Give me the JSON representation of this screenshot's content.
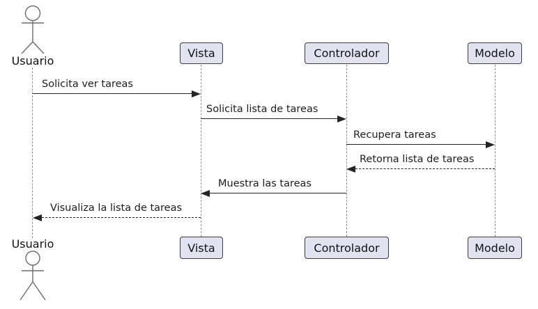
{
  "diagram": {
    "type": "uml-sequence",
    "actor": {
      "name": "Usuario"
    },
    "participants": [
      {
        "name": "Vista"
      },
      {
        "name": "Controlador"
      },
      {
        "name": "Modelo"
      }
    ],
    "messages": [
      {
        "from": "Usuario",
        "to": "Vista",
        "label": "Solicita ver tareas",
        "line": "solid",
        "direction": "right"
      },
      {
        "from": "Vista",
        "to": "Controlador",
        "label": "Solicita lista de tareas",
        "line": "solid",
        "direction": "right"
      },
      {
        "from": "Controlador",
        "to": "Modelo",
        "label": "Recupera tareas",
        "line": "solid",
        "direction": "right"
      },
      {
        "from": "Modelo",
        "to": "Controlador",
        "label": "Retorna lista de tareas",
        "line": "dashed",
        "direction": "left"
      },
      {
        "from": "Controlador",
        "to": "Vista",
        "label": "Muestra las tareas",
        "line": "solid",
        "direction": "left"
      },
      {
        "from": "Vista",
        "to": "Usuario",
        "label": "Visualiza la lista de tareas",
        "line": "dashed",
        "direction": "left"
      }
    ],
    "colors": {
      "participant_fill": "#E2E2F0",
      "participant_border": "#3b3b3b",
      "lifeline": "#8e8e8e",
      "arrow": "#242424",
      "text": "#1a1a1a",
      "background": "#ffffff"
    }
  }
}
